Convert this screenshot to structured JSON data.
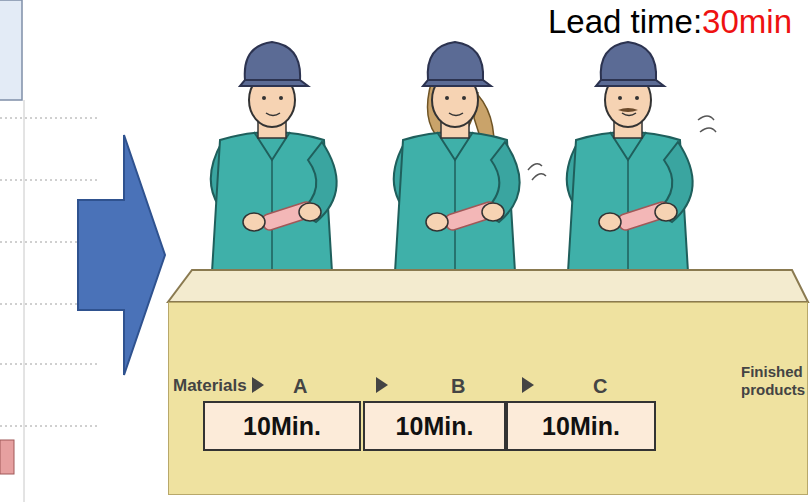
{
  "diagram": {
    "nodes": [
      {
        "text": [
          "Materials",
          "A",
          "B",
          "C",
          "Finished products"
        ]
      },
      {
        "text": [
          "10Min."
        ],
        "in": 0
      },
      {
        "text": [
          "10Min."
        ],
        "in": 0
      },
      {
        "text": [
          "10Min."
        ],
        "in": 0
      }
    ],
    "labels": [
      "Lead time:",
      "30min"
    ]
  }
}
